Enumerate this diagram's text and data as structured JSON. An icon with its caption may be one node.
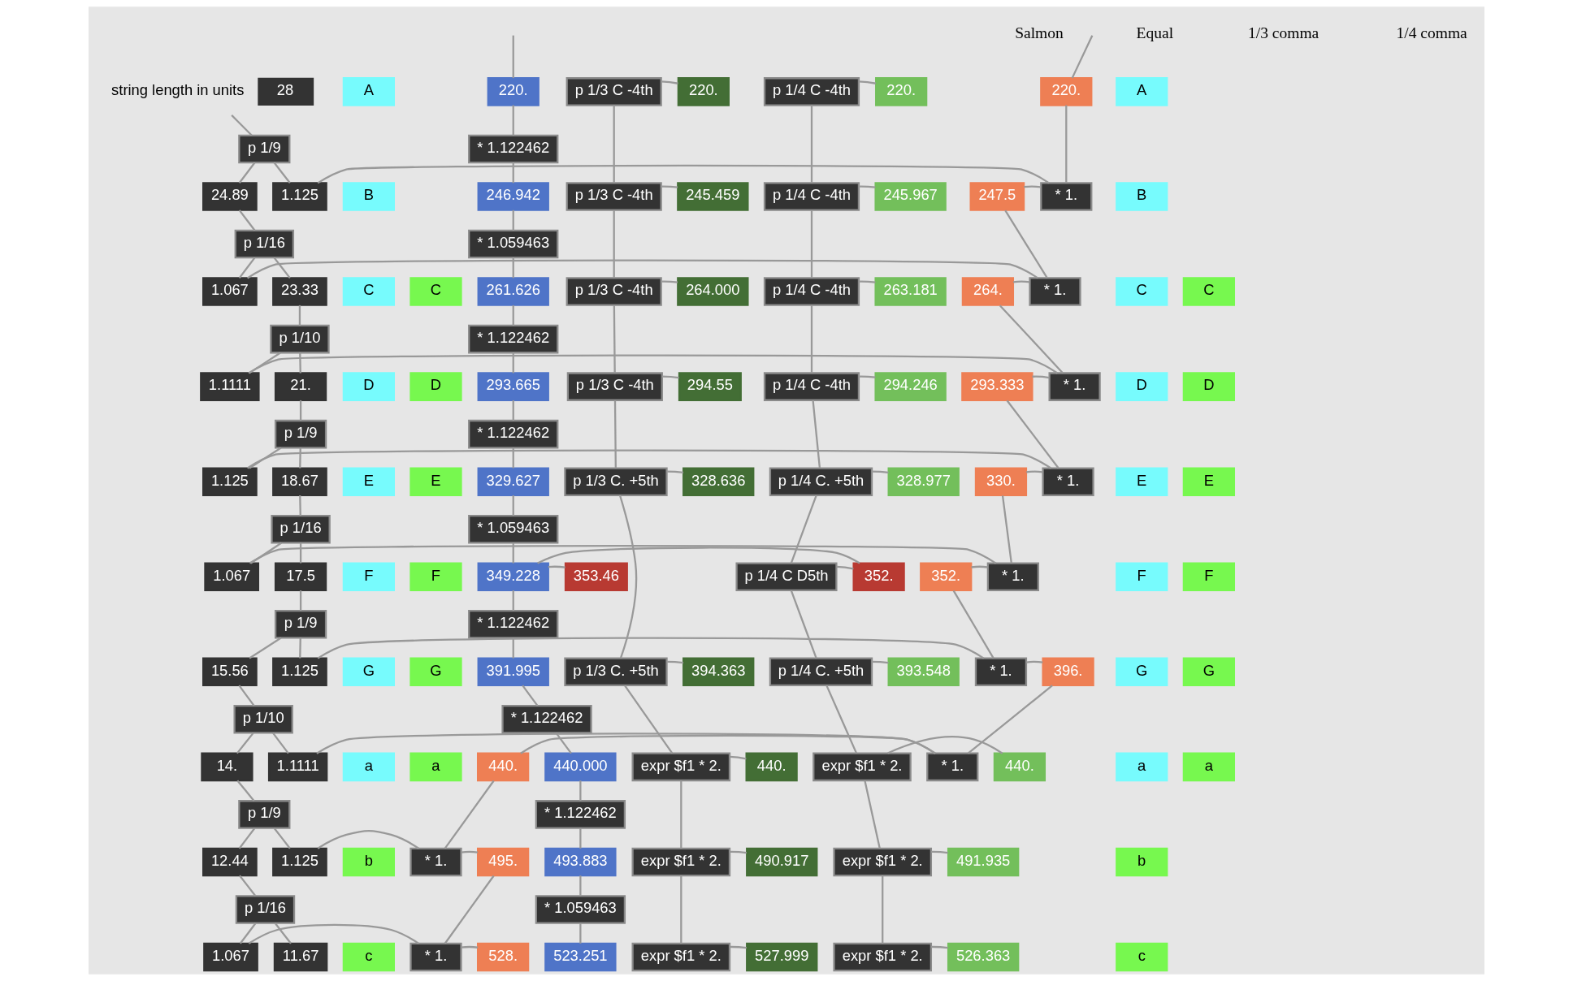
{
  "diagram": {
    "nodes": [
      {
        "text": [
          "28"
        ],
        "beside": [
          "string length in units"
        ]
      },
      {
        "text": [
          "220."
        ]
      },
      {
        "text": [
          "220."
        ]
      },
      {
        "text": [
          "p 1/3 C -4th"
        ]
      },
      {
        "text": [
          "220."
        ]
      },
      {
        "text": [
          "p 1/4 C -4th"
        ]
      },
      {
        "text": [
          "220."
        ]
      },
      {
        "text": [
          "p 1/9"
        ]
      },
      {
        "text": [
          "* 1.122462"
        ]
      },
      {
        "text": [
          "24.89"
        ]
      },
      {
        "text": [
          "1.125"
        ]
      },
      {
        "text": [
          "* 1."
        ]
      },
      {
        "text": [
          "247.5"
        ]
      },
      {
        "text": [
          "246.942"
        ]
      },
      {
        "text": [
          "p 1/3 C -4th"
        ]
      },
      {
        "text": [
          "245.459"
        ]
      },
      {
        "text": [
          "p 1/4 C -4th"
        ]
      },
      {
        "text": [
          "245.967"
        ]
      },
      {
        "text": [
          "p 1/16"
        ]
      },
      {
        "text": [
          "* 1.059463"
        ]
      },
      {
        "text": [
          "23.33"
        ]
      },
      {
        "text": [
          "1.067"
        ]
      },
      {
        "text": [
          "* 1."
        ]
      },
      {
        "text": [
          "264."
        ]
      },
      {
        "text": [
          "261.626"
        ]
      },
      {
        "text": [
          "p 1/3 C -4th"
        ]
      },
      {
        "text": [
          "264.000"
        ]
      },
      {
        "text": [
          "p 1/4 C -4th"
        ]
      },
      {
        "text": [
          "263.181"
        ]
      },
      {
        "text": [
          "p 1/10"
        ]
      },
      {
        "text": [
          "* 1.122462"
        ]
      },
      {
        "text": [
          "21."
        ]
      },
      {
        "text": [
          "1.1111"
        ]
      },
      {
        "text": [
          "* 1."
        ]
      },
      {
        "text": [
          "293.333"
        ]
      },
      {
        "text": [
          "293.665"
        ]
      },
      {
        "text": [
          "p 1/3 C -4th"
        ]
      },
      {
        "text": [
          "294.55"
        ]
      },
      {
        "text": [
          "p 1/4 C -4th"
        ]
      },
      {
        "text": [
          "294.246"
        ]
      },
      {
        "text": [
          "p 1/9"
        ]
      },
      {
        "text": [
          "* 1.122462"
        ]
      },
      {
        "text": [
          "18.67"
        ]
      },
      {
        "text": [
          "1.125"
        ]
      },
      {
        "text": [
          "* 1."
        ]
      },
      {
        "text": [
          "330."
        ]
      },
      {
        "text": [
          "329.627"
        ]
      },
      {
        "text": [
          "p 1/3 C. +5th"
        ]
      },
      {
        "text": [
          "328.636"
        ]
      },
      {
        "text": [
          "p 1/4 C. +5th"
        ]
      },
      {
        "text": [
          "328.977"
        ]
      },
      {
        "text": [
          "p 1/16"
        ]
      },
      {
        "text": [
          "* 1.059463"
        ]
      },
      {
        "text": [
          "17.5"
        ]
      },
      {
        "text": [
          "1.067"
        ]
      },
      {
        "text": [
          "* 1."
        ]
      },
      {
        "text": [
          "352."
        ]
      },
      {
        "text": [
          "349.228"
        ]
      },
      {
        "text": [
          "353.46"
        ]
      },
      {
        "text": [
          "p 1/4 C D5th"
        ]
      },
      {
        "text": [
          "352."
        ]
      },
      {
        "text": [
          "p 1/9"
        ]
      },
      {
        "text": [
          "* 1.122462"
        ]
      },
      {
        "text": [
          "15.56"
        ]
      },
      {
        "text": [
          "1.125"
        ]
      },
      {
        "text": [
          "* 1."
        ]
      },
      {
        "text": [
          "396."
        ]
      },
      {
        "text": [
          "391.995"
        ]
      },
      {
        "text": [
          "p 1/3 C. +5th"
        ]
      },
      {
        "text": [
          "394.363"
        ]
      },
      {
        "text": [
          "p 1/4 C. +5th"
        ]
      },
      {
        "text": [
          "393.548"
        ]
      },
      {
        "text": [
          "p 1/10"
        ]
      },
      {
        "text": [
          "* 1.122462"
        ]
      },
      {
        "text": [
          "14."
        ]
      },
      {
        "text": [
          "1.1111"
        ]
      },
      {
        "text": [
          "* 1."
        ]
      },
      {
        "text": [
          "440."
        ]
      },
      {
        "text": [
          "440.000"
        ]
      },
      {
        "text": [
          "expr $f1 * 2."
        ]
      },
      {
        "text": [
          "440."
        ]
      },
      {
        "text": [
          "expr $f1 * 2."
        ]
      },
      {
        "text": [
          "440."
        ]
      },
      {
        "text": [
          "p 1/9"
        ]
      },
      {
        "text": [
          "* 1.122462"
        ]
      },
      {
        "text": [
          "12.44"
        ]
      },
      {
        "text": [
          "1.125"
        ]
      },
      {
        "text": [
          "* 1."
        ]
      },
      {
        "text": [
          "495."
        ]
      },
      {
        "text": [
          "493.883"
        ]
      },
      {
        "text": [
          "expr $f1 * 2."
        ]
      },
      {
        "text": [
          "490.917"
        ]
      },
      {
        "text": [
          "expr $f1 * 2."
        ]
      },
      {
        "text": [
          "491.935"
        ]
      },
      {
        "text": [
          "p 1/16"
        ]
      },
      {
        "text": [
          "* 1.059463"
        ]
      },
      {
        "text": [
          "11.67"
        ]
      },
      {
        "text": [
          "1.067"
        ]
      },
      {
        "text": [
          "* 1."
        ]
      },
      {
        "text": [
          "528."
        ]
      },
      {
        "text": [
          "523.251"
        ]
      },
      {
        "text": [
          "expr $f1 * 2."
        ]
      },
      {
        "text": [
          "527.999"
        ]
      },
      {
        "text": [
          "expr $f1 * 2."
        ]
      },
      {
        "text": [
          "526.363"
        ]
      },
      {
        "text": [
          "A"
        ]
      },
      {
        "text": [
          "B"
        ]
      },
      {
        "text": [
          "C"
        ]
      },
      {
        "text": [
          "C"
        ]
      },
      {
        "text": [
          "D"
        ]
      },
      {
        "text": [
          "D"
        ]
      },
      {
        "text": [
          "E"
        ]
      },
      {
        "text": [
          "E"
        ]
      },
      {
        "text": [
          "F"
        ]
      },
      {
        "text": [
          "F"
        ]
      },
      {
        "text": [
          "G"
        ]
      },
      {
        "text": [
          "G"
        ]
      },
      {
        "text": [
          "a"
        ]
      },
      {
        "text": [
          "a"
        ]
      },
      {
        "text": [
          "b"
        ]
      },
      {
        "text": [
          "c"
        ]
      },
      {
        "text": [
          "A"
        ]
      },
      {
        "text": [
          "B"
        ]
      },
      {
        "text": [
          "C"
        ]
      },
      {
        "text": [
          "C"
        ]
      },
      {
        "text": [
          "D"
        ]
      },
      {
        "text": [
          "D"
        ]
      },
      {
        "text": [
          "E"
        ]
      },
      {
        "text": [
          "E"
        ]
      },
      {
        "text": [
          "F"
        ]
      },
      {
        "text": [
          "F"
        ]
      },
      {
        "text": [
          "G"
        ]
      },
      {
        "text": [
          "G"
        ]
      },
      {
        "text": [
          "a"
        ]
      },
      {
        "text": [
          "a"
        ]
      },
      {
        "text": [
          "b"
        ]
      },
      {
        "text": [
          "c"
        ]
      }
    ],
    "edges": [
      {
        "from": null,
        "to": 1,
        "arrow": "none"
      },
      {
        "from": null,
        "to": 2,
        "arrow": "none"
      },
      {
        "from": 0,
        "to": 7,
        "arrow": "none"
      },
      {
        "from": 7,
        "to": 9,
        "arrow": "none"
      },
      {
        "from": 7,
        "to": 10,
        "arrow": "none"
      },
      {
        "from": 9,
        "to": 18,
        "arrow": "none"
      },
      {
        "from": 18,
        "to": 20,
        "arrow": "none"
      },
      {
        "from": 18,
        "to": 21,
        "arrow": "none"
      },
      {
        "from": 20,
        "to": 29,
        "arrow": "none"
      },
      {
        "from": 29,
        "to": 31,
        "arrow": "none"
      },
      {
        "from": 29,
        "to": 32,
        "arrow": "none"
      },
      {
        "from": 31,
        "to": 40,
        "arrow": "none"
      },
      {
        "from": 40,
        "to": 42,
        "arrow": "none"
      },
      {
        "from": 40,
        "to": 43,
        "arrow": "none"
      },
      {
        "from": 42,
        "to": 51,
        "arrow": "none"
      },
      {
        "from": 51,
        "to": 53,
        "arrow": "none"
      },
      {
        "from": 51,
        "to": 54,
        "arrow": "none"
      },
      {
        "from": 53,
        "to": 61,
        "arrow": "none"
      },
      {
        "from": 61,
        "to": 63,
        "arrow": "none"
      },
      {
        "from": 61,
        "to": 64,
        "arrow": "none"
      },
      {
        "from": 63,
        "to": 72,
        "arrow": "none"
      },
      {
        "from": 72,
        "to": 74,
        "arrow": "none"
      },
      {
        "from": 72,
        "to": 75,
        "arrow": "none"
      },
      {
        "from": 74,
        "to": 83,
        "arrow": "none"
      },
      {
        "from": 83,
        "to": 85,
        "arrow": "none"
      },
      {
        "from": 83,
        "to": 86,
        "arrow": "none"
      },
      {
        "from": 85,
        "to": 94,
        "arrow": "none"
      },
      {
        "from": 94,
        "to": 96,
        "arrow": "none"
      },
      {
        "from": 94,
        "to": 97,
        "arrow": "none"
      },
      {
        "from": 10,
        "to": 11,
        "arrow": "none"
      },
      {
        "from": 21,
        "to": 22,
        "arrow": "none"
      },
      {
        "from": 32,
        "to": 33,
        "arrow": "none"
      },
      {
        "from": 43,
        "to": 44,
        "arrow": "none"
      },
      {
        "from": 54,
        "to": 55,
        "arrow": "none"
      },
      {
        "from": 64,
        "to": 65,
        "arrow": "none"
      },
      {
        "from": 75,
        "to": 76,
        "arrow": "none"
      },
      {
        "from": 86,
        "to": 87,
        "arrow": "none"
      },
      {
        "from": 97,
        "to": 98,
        "arrow": "none"
      },
      {
        "from": 1,
        "to": 11,
        "arrow": "none"
      },
      {
        "from": 12,
        "to": 22,
        "arrow": "none"
      },
      {
        "from": 23,
        "to": 33,
        "arrow": "none"
      },
      {
        "from": 34,
        "to": 44,
        "arrow": "none"
      },
      {
        "from": 45,
        "to": 55,
        "arrow": "none"
      },
      {
        "from": 56,
        "to": 65,
        "arrow": "none"
      },
      {
        "from": 66,
        "to": 76,
        "arrow": "none"
      },
      {
        "from": 77,
        "to": 87,
        "arrow": "none"
      },
      {
        "from": 88,
        "to": 98,
        "arrow": "none"
      },
      {
        "from": 11,
        "to": 12,
        "arrow": "none"
      },
      {
        "from": 22,
        "to": 23,
        "arrow": "none"
      },
      {
        "from": 33,
        "to": 34,
        "arrow": "none"
      },
      {
        "from": 44,
        "to": 45,
        "arrow": "none"
      },
      {
        "from": 55,
        "to": 56,
        "arrow": "none"
      },
      {
        "from": 65,
        "to": 66,
        "arrow": "none"
      },
      {
        "from": 76,
        "to": 77,
        "arrow": "none"
      },
      {
        "from": 87,
        "to": 88,
        "arrow": "none"
      },
      {
        "from": 98,
        "to": 99,
        "arrow": "none"
      },
      {
        "from": 2,
        "to": 8,
        "arrow": "none"
      },
      {
        "from": 8,
        "to": 13,
        "arrow": "none"
      },
      {
        "from": 13,
        "to": 19,
        "arrow": "none"
      },
      {
        "from": 19,
        "to": 24,
        "arrow": "none"
      },
      {
        "from": 24,
        "to": 30,
        "arrow": "none"
      },
      {
        "from": 30,
        "to": 35,
        "arrow": "none"
      },
      {
        "from": 35,
        "to": 41,
        "arrow": "none"
      },
      {
        "from": 41,
        "to": 46,
        "arrow": "none"
      },
      {
        "from": 46,
        "to": 52,
        "arrow": "none"
      },
      {
        "from": 52,
        "to": 57,
        "arrow": "none"
      },
      {
        "from": 57,
        "to": 62,
        "arrow": "none"
      },
      {
        "from": 62,
        "to": 67,
        "arrow": "none"
      },
      {
        "from": 67,
        "to": 73,
        "arrow": "none"
      },
      {
        "from": 73,
        "to": 78,
        "arrow": "none"
      },
      {
        "from": 78,
        "to": 84,
        "arrow": "none"
      },
      {
        "from": 84,
        "to": 89,
        "arrow": "none"
      },
      {
        "from": 89,
        "to": 95,
        "arrow": "none"
      },
      {
        "from": 95,
        "to": 100,
        "arrow": "none"
      },
      {
        "from": 57,
        "to": 58,
        "arrow": "none"
      },
      {
        "from": 57,
        "to": 60,
        "arrow": "none"
      },
      {
        "from": 3,
        "to": 4,
        "arrow": "none"
      },
      {
        "from": 14,
        "to": 15,
        "arrow": "none"
      },
      {
        "from": 25,
        "to": 26,
        "arrow": "none"
      },
      {
        "from": 36,
        "to": 37,
        "arrow": "none"
      },
      {
        "from": 47,
        "to": 48,
        "arrow": "none"
      },
      {
        "from": 68,
        "to": 69,
        "arrow": "none"
      },
      {
        "from": 79,
        "to": 80,
        "arrow": "none"
      },
      {
        "from": 90,
        "to": 91,
        "arrow": "none"
      },
      {
        "from": 101,
        "to": 102,
        "arrow": "none"
      },
      {
        "from": 3,
        "to": 14,
        "arrow": "none"
      },
      {
        "from": 14,
        "to": 25,
        "arrow": "none"
      },
      {
        "from": 25,
        "to": 36,
        "arrow": "none"
      },
      {
        "from": 36,
        "to": 47,
        "arrow": "none"
      },
      {
        "from": 47,
        "to": 68,
        "arrow": "none"
      },
      {
        "from": 68,
        "to": 79,
        "arrow": "none"
      },
      {
        "from": 79,
        "to": 90,
        "arrow": "none"
      },
      {
        "from": 90,
        "to": 101,
        "arrow": "none"
      },
      {
        "from": 5,
        "to": 6,
        "arrow": "none"
      },
      {
        "from": 16,
        "to": 17,
        "arrow": "none"
      },
      {
        "from": 27,
        "to": 28,
        "arrow": "none"
      },
      {
        "from": 38,
        "to": 39,
        "arrow": "none"
      },
      {
        "from": 49,
        "to": 50,
        "arrow": "none"
      },
      {
        "from": 59,
        "to": 60,
        "arrow": "none"
      },
      {
        "from": 70,
        "to": 71,
        "arrow": "none"
      },
      {
        "from": 81,
        "to": 82,
        "arrow": "none"
      },
      {
        "from": 92,
        "to": 93,
        "arrow": "none"
      },
      {
        "from": 103,
        "to": 104,
        "arrow": "none"
      },
      {
        "from": 5,
        "to": 16,
        "arrow": "none"
      },
      {
        "from": 16,
        "to": 27,
        "arrow": "none"
      },
      {
        "from": 27,
        "to": 38,
        "arrow": "none"
      },
      {
        "from": 38,
        "to": 49,
        "arrow": "none"
      },
      {
        "from": 49,
        "to": 59,
        "arrow": "none"
      },
      {
        "from": 59,
        "to": 70,
        "arrow": "none"
      },
      {
        "from": 70,
        "to": 81,
        "arrow": "none"
      },
      {
        "from": 81,
        "to": 92,
        "arrow": "none"
      },
      {
        "from": 92,
        "to": 103,
        "arrow": "none"
      }
    ],
    "labels": [
      "Salmon",
      "Equal",
      "1/3 comma",
      "1/4 comma"
    ]
  }
}
